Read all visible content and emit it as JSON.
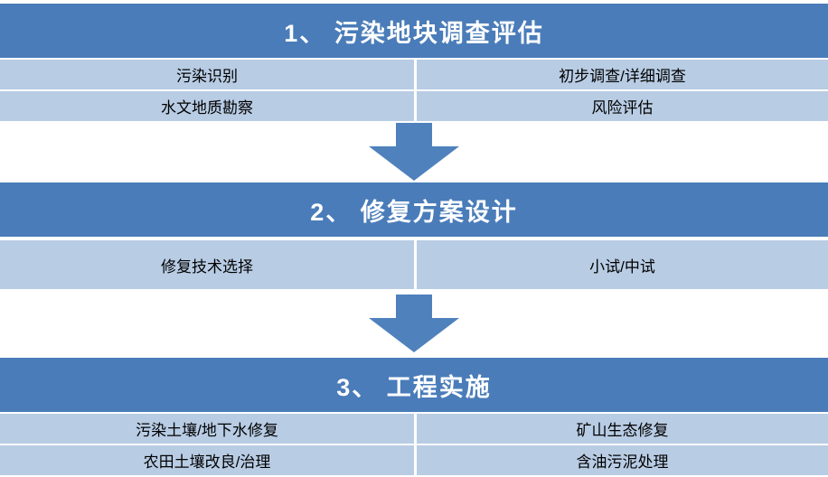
{
  "colors": {
    "page_bg": "#ffffff",
    "header_bg": "#4a7cb9",
    "header_text": "#ffffff",
    "band_bg": "#b8cce4",
    "body_text": "#000000",
    "arrow_fill": "#4f81bd"
  },
  "stages": [
    {
      "title": "1、 污染地块调查评估",
      "rows": [
        [
          "污染识别",
          "初步调查/详细调查"
        ],
        [
          "水文地质勘察",
          "风险评估"
        ]
      ]
    },
    {
      "title": "2、 修复方案设计",
      "rows": [
        [
          "修复技术选择",
          "小试/中试"
        ]
      ]
    },
    {
      "title": "3、 工程实施",
      "rows": [
        [
          "污染土壤/地下水修复",
          "矿山生态修复"
        ],
        [
          "农田土壤改良/治理",
          "含油污泥处理"
        ]
      ]
    }
  ]
}
